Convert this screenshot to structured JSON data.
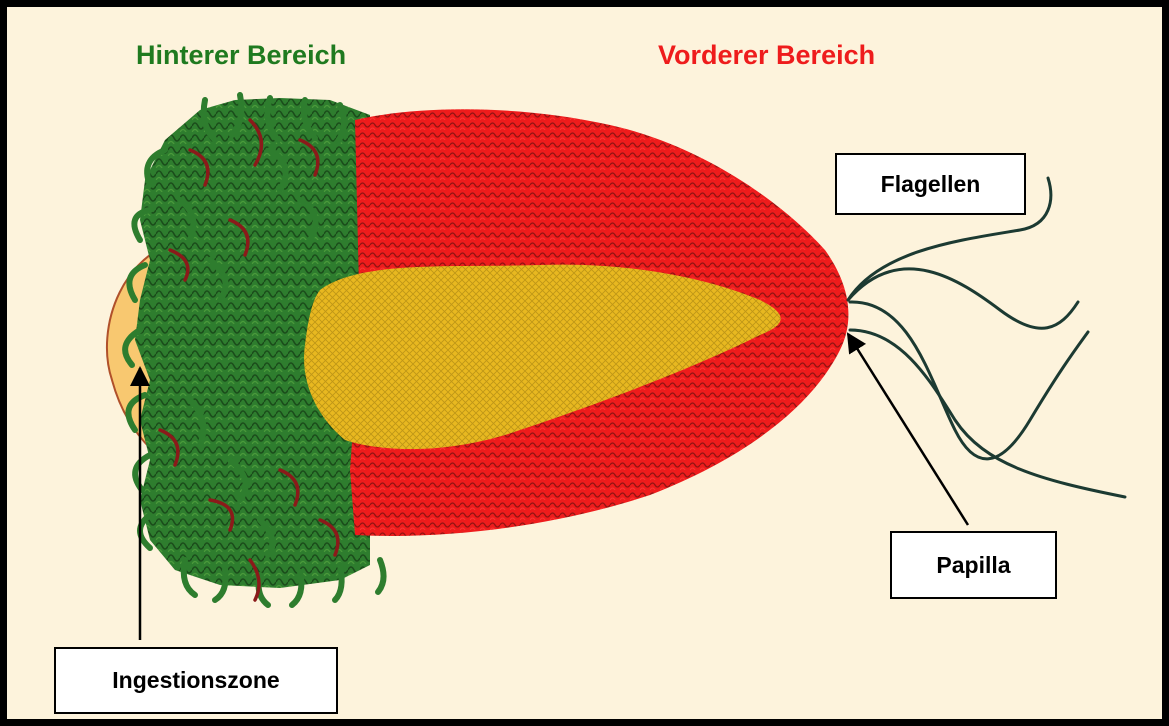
{
  "headings": {
    "posterior": "Hinterer Bereich",
    "anterior": "Vorderer Bereich"
  },
  "labels": {
    "flagellen": "Flagellen",
    "papilla": "Papilla",
    "ingestionszone": "Ingestionszone"
  },
  "colors": {
    "background": "#fdf3dc",
    "posterior": "#1f7a1f",
    "posterior_fibrils": "#2e7d2e",
    "posterior_dark_fibrils": "#8b1a1a",
    "anterior": "#ee1c1c",
    "anterior_heading": "#ee1c1c",
    "core": "#e8b820",
    "ingestion_zone": "#f8c870",
    "flagella": "#1c3a32"
  }
}
